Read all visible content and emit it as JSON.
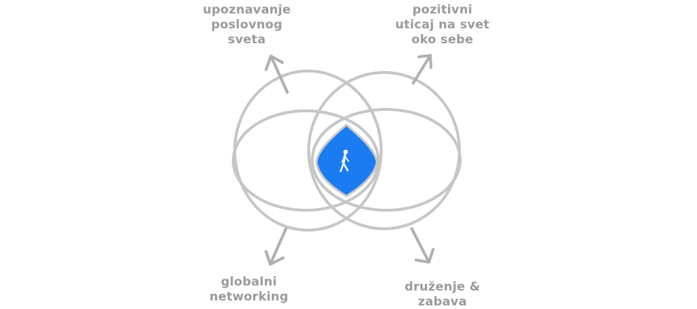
{
  "labels": {
    "top_left": "upoznavanje\nposlovnog\nsveta",
    "top_right": "pozitivni\nuticaj na svet\noko sebe",
    "bottom_left": "globalni\nnetworking",
    "bottom_right": "druženje &\nzabava"
  },
  "colors": {
    "circle_stroke": "#c9c9c9",
    "circle_stroke_dark": "#b5b5b5",
    "center_fill": "#1a7cf0",
    "text": "#9a9a9a",
    "figure": "#ffffff"
  },
  "icons": {
    "center": "walking-person-icon"
  }
}
